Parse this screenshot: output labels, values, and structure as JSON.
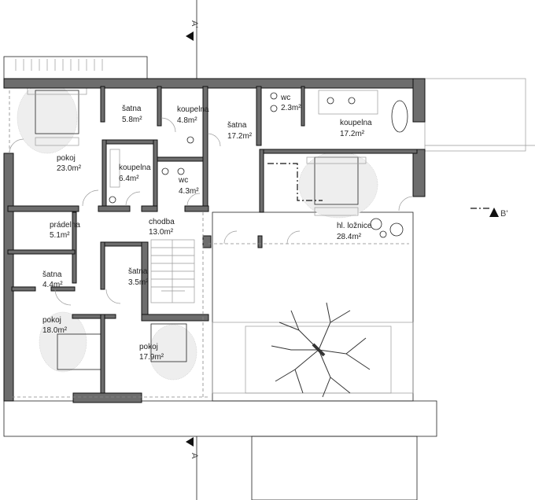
{
  "plan": {
    "rooms": [
      {
        "name": "pokoj",
        "area": "23.0m²"
      },
      {
        "name": "šatna",
        "area": "5.8m²"
      },
      {
        "name": "koupelna",
        "area": "4.8m²"
      },
      {
        "name": "koupelna",
        "area": "6.4m²"
      },
      {
        "name": "wc",
        "area": "4.3m²"
      },
      {
        "name": "šatna",
        "area": "17.2m²"
      },
      {
        "name": "wc",
        "area": "2.3m²"
      },
      {
        "name": "koupelna",
        "area": "17.2m²"
      },
      {
        "name": "hl. ložnice",
        "area": "28.4m²"
      },
      {
        "name": "prádelna",
        "area": "5.1m²"
      },
      {
        "name": "chodba",
        "area": "13.0m²"
      },
      {
        "name": "šatna",
        "area": "4.4m²"
      },
      {
        "name": "šatna",
        "area": "3.5m²"
      },
      {
        "name": "pokoj",
        "area": "18.0m²"
      },
      {
        "name": "pokoj",
        "area": "17.9m²"
      }
    ],
    "section_markers": {
      "a_top": "A'",
      "a_bottom": "A",
      "b_right": "B'"
    },
    "colors": {
      "wall": "#6d6d6d",
      "line": "#222222"
    }
  }
}
